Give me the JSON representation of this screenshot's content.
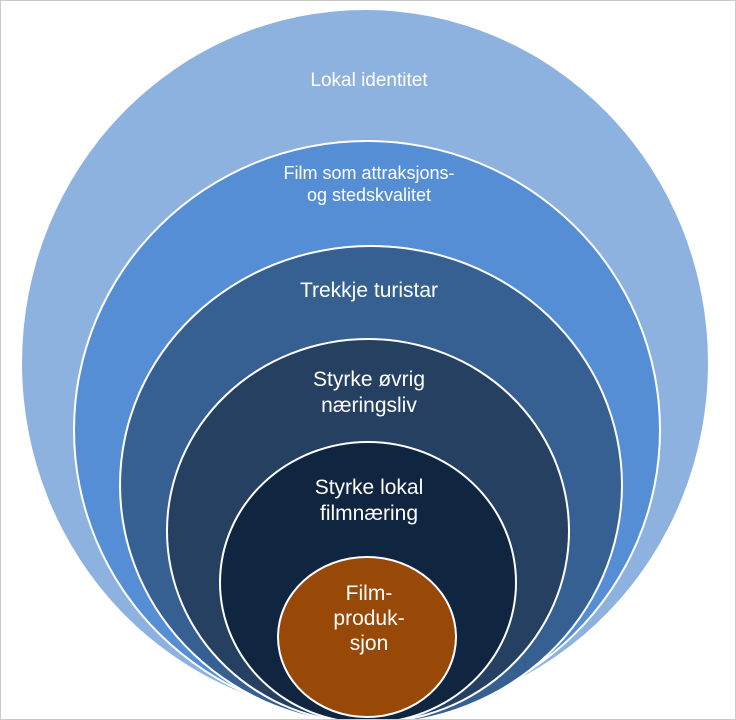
{
  "diagram": {
    "rings": [
      {
        "lines": [
          "Lokal identitet"
        ],
        "color": "#8eb2e0"
      },
      {
        "lines": [
          "Film som attraksjons-",
          "og stedskvalitet"
        ],
        "color": "#558ed5"
      },
      {
        "lines": [
          "Trekkje turistar"
        ],
        "color": "#376092"
      },
      {
        "lines": [
          "Styrke øvrig",
          "næringsliv"
        ],
        "color": "#254061"
      },
      {
        "lines": [
          "Styrke lokal",
          "filmnæring"
        ],
        "color": "#10253f"
      },
      {
        "lines": [
          "Film-",
          "produk-",
          "sjon"
        ],
        "color": "#984807"
      }
    ]
  }
}
